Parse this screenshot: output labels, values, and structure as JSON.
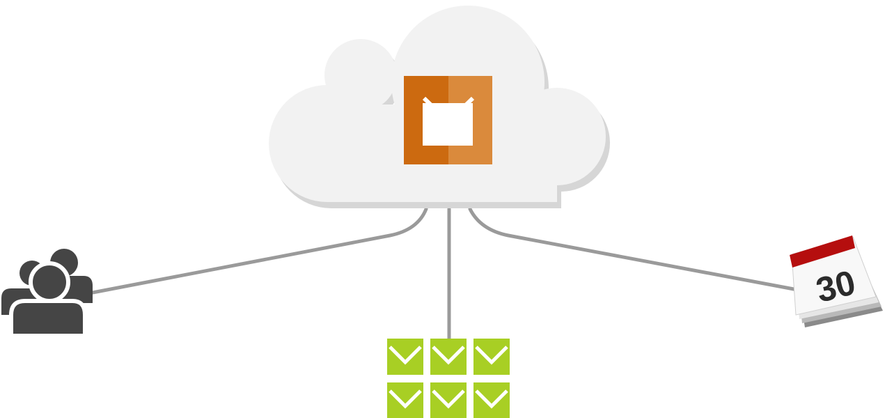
{
  "colors": {
    "cloud_fill": "#f2f2f2",
    "cloud_shadow": "#d6d6d6",
    "connector": "#9a9a9a",
    "mail_dark": "#cc6a10",
    "mail_light": "#da8a3c",
    "mailbox_green": "#a8cf24",
    "people_icon": "#454545",
    "calendar_red": "#b50e0e",
    "calendar_text": "#2b2b2b"
  },
  "nodes": {
    "cloud": {
      "icon": "cloud-icon"
    },
    "cloud_mail": {
      "icon": "envelope-icon"
    },
    "users": {
      "icon": "users-group-icon"
    },
    "mailboxes": {
      "icon": "envelope-grid-icon",
      "count": 6
    },
    "calendar": {
      "icon": "calendar-icon",
      "day": "30"
    }
  },
  "edges": [
    {
      "from": "cloud",
      "to": "users"
    },
    {
      "from": "cloud",
      "to": "mailboxes"
    },
    {
      "from": "cloud",
      "to": "calendar"
    }
  ]
}
